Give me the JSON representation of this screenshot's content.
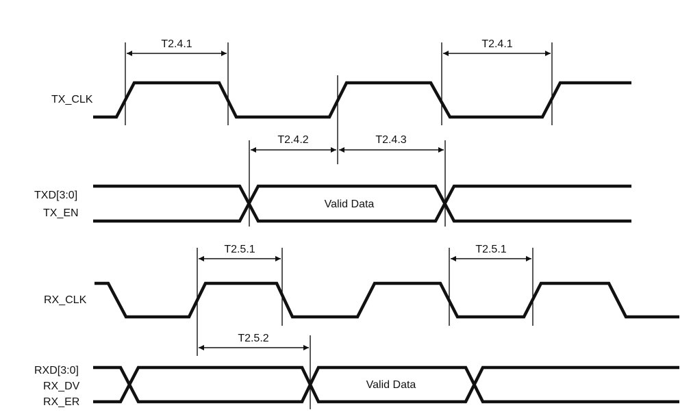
{
  "signals": {
    "tx_clk": "TX_CLK",
    "txd": "TXD[3:0]",
    "tx_en": "TX_EN",
    "rx_clk": "RX_CLK",
    "rxd": "RXD[3:0]",
    "rx_dv": "RX_DV",
    "rx_er": "RX_ER"
  },
  "timings": {
    "t241_a": "T2.4.1",
    "t241_b": "T2.4.1",
    "t242": "T2.4.2",
    "t243": "T2.4.3",
    "t251_a": "T2.5.1",
    "t251_b": "T2.5.1",
    "t252": "T2.5.2"
  },
  "data_labels": {
    "tx_valid": "Valid Data",
    "rx_valid": "Valid Data"
  }
}
